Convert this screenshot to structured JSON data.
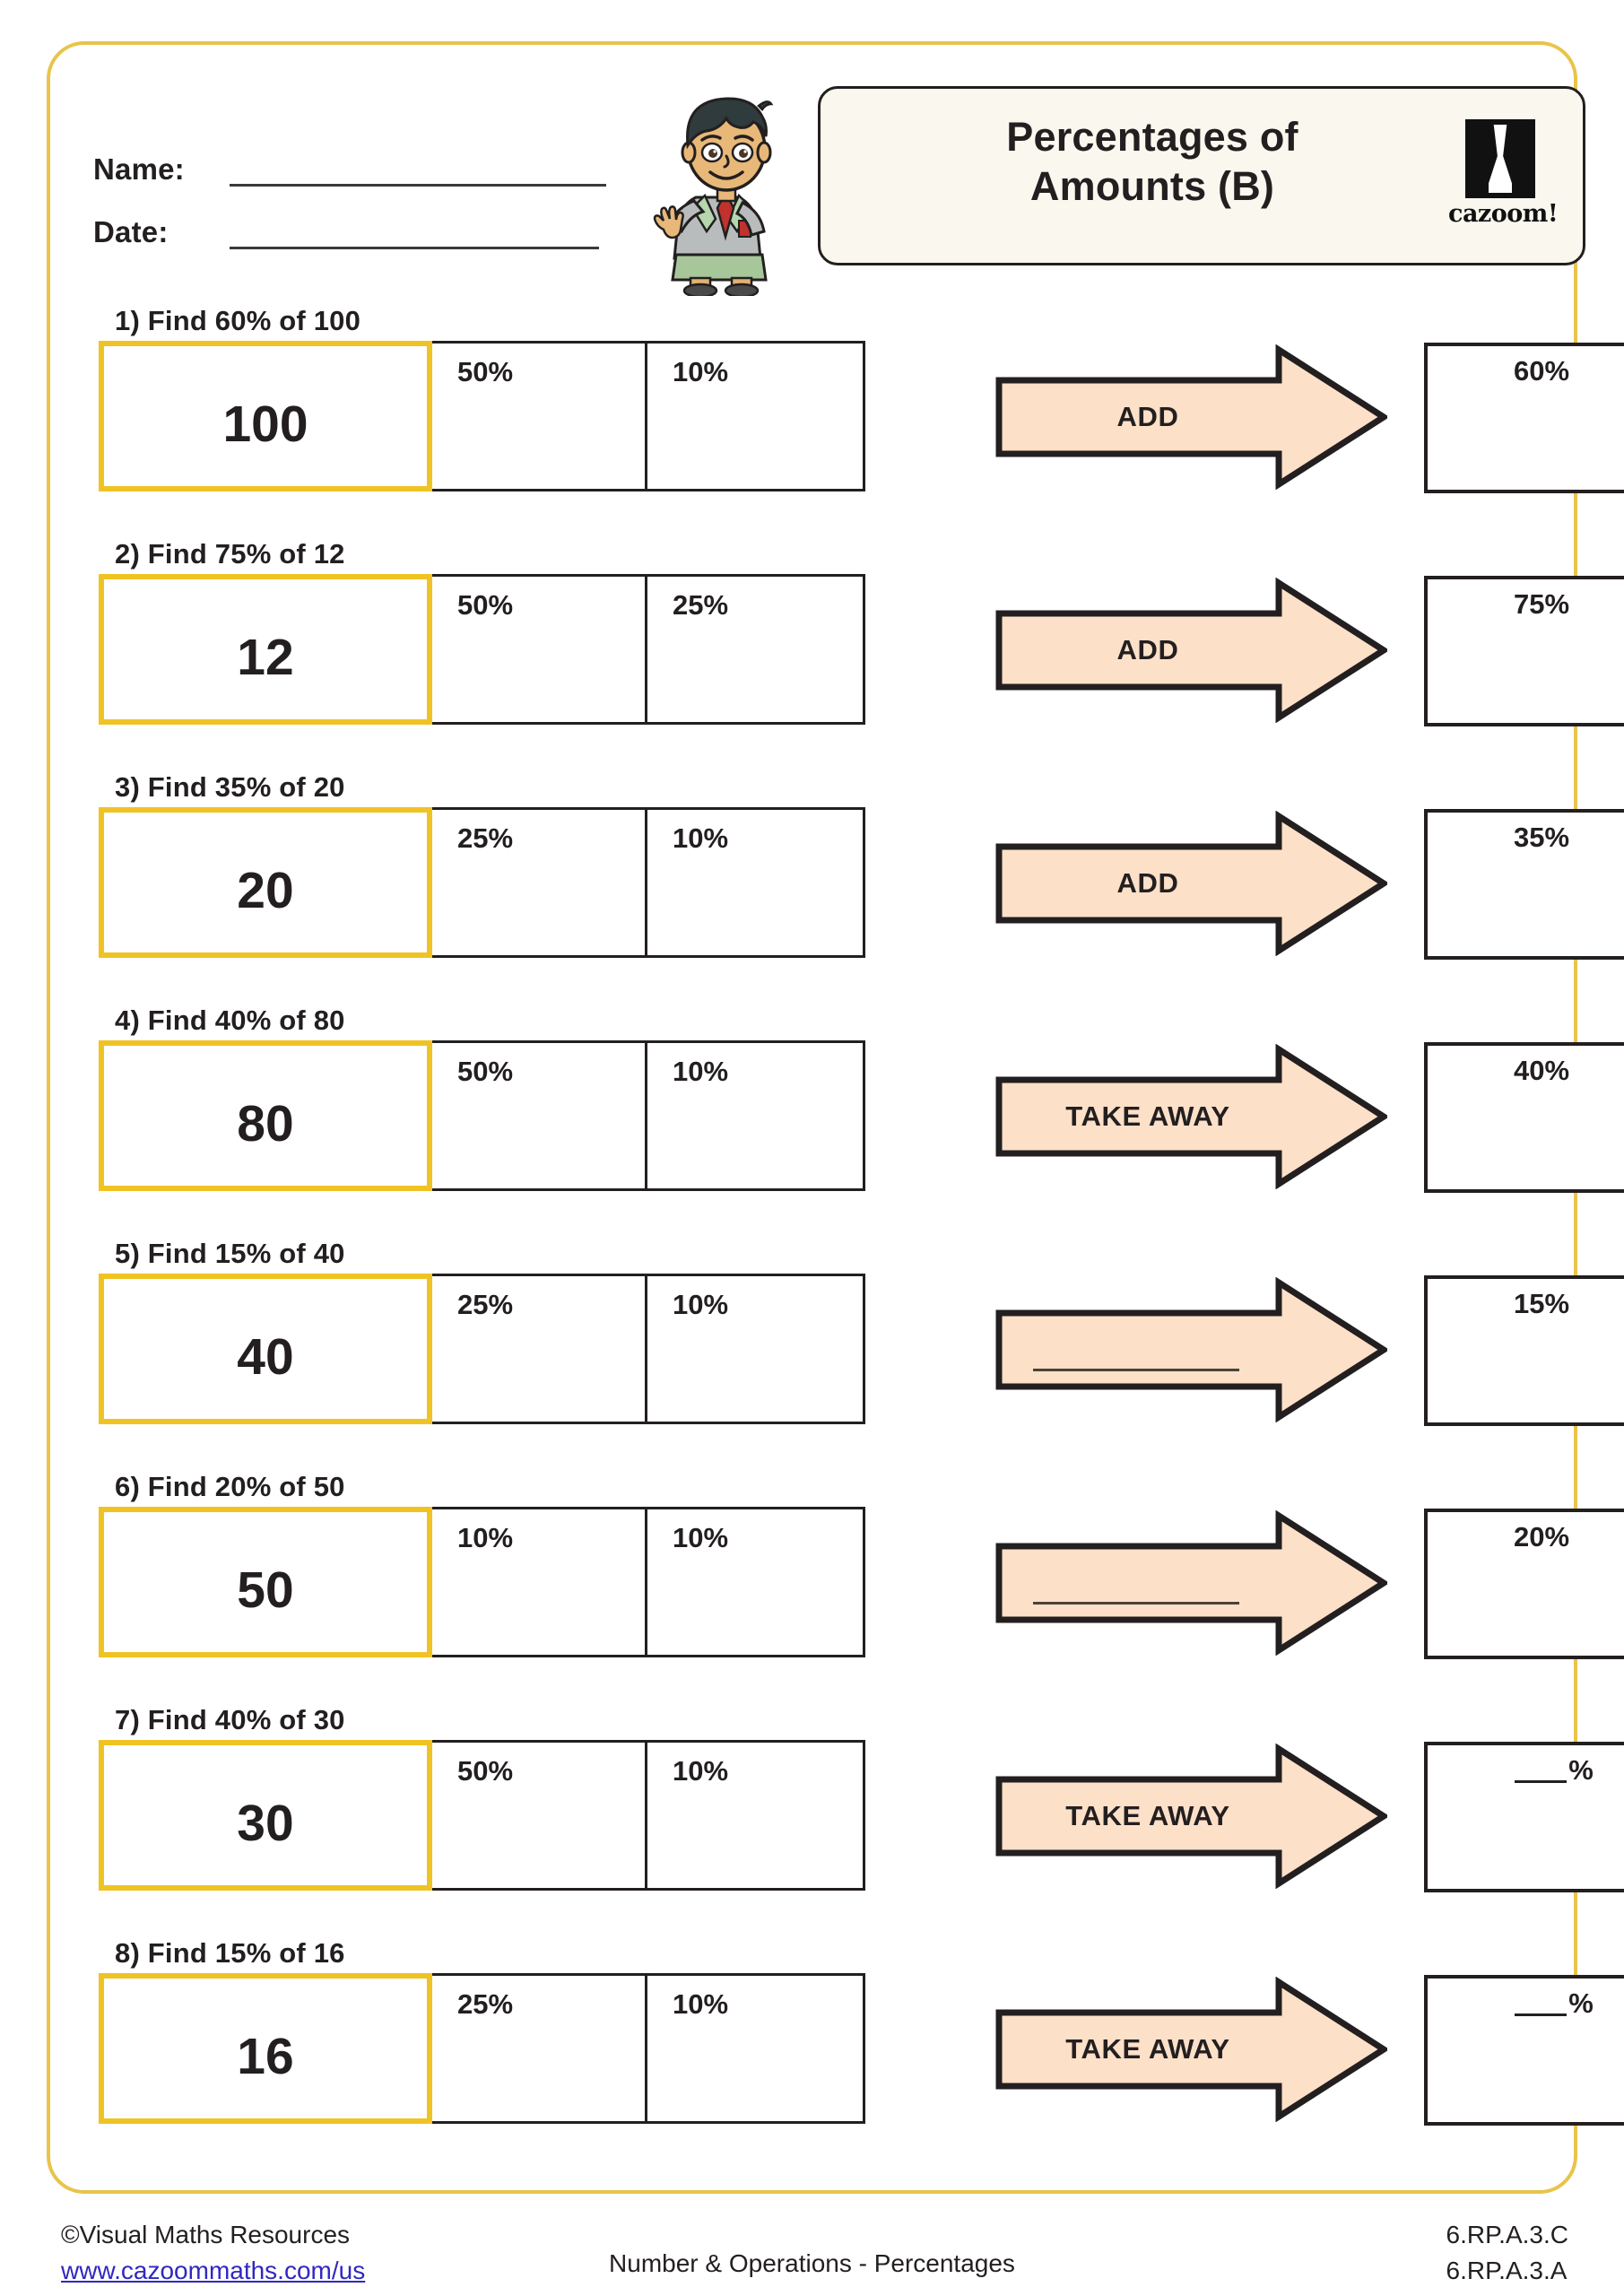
{
  "header": {
    "name_label": "Name:",
    "date_label": "Date:",
    "title_line1": "Percentages of",
    "title_line2": "Amounts (B)",
    "logo_word": "cazoom!"
  },
  "colors": {
    "page_border": "#e8c44a",
    "amount_border": "#f0c324",
    "arrow_fill": "#fde0c8",
    "arrow_stroke": "#231f20",
    "title_card_bg": "#faf7ee",
    "link": "#3028c0"
  },
  "questions": [
    {
      "label": "1) Find 60% of 100",
      "amount": "100",
      "pct1": "50%",
      "pct2": "10%",
      "arrow_label": "ADD",
      "arrow_blank": false,
      "answer": "60%",
      "answer_blank": false
    },
    {
      "label": "2) Find 75% of 12",
      "amount": "12",
      "pct1": "50%",
      "pct2": "25%",
      "arrow_label": "ADD",
      "arrow_blank": false,
      "answer": "75%",
      "answer_blank": false
    },
    {
      "label": "3) Find 35% of 20",
      "amount": "20",
      "pct1": "25%",
      "pct2": "10%",
      "arrow_label": "ADD",
      "arrow_blank": false,
      "answer": "35%",
      "answer_blank": false
    },
    {
      "label": "4) Find 40% of 80",
      "amount": "80",
      "pct1": "50%",
      "pct2": "10%",
      "arrow_label": "TAKE AWAY",
      "arrow_blank": false,
      "answer": "40%",
      "answer_blank": false
    },
    {
      "label": "5) Find 15% of 40",
      "amount": "40",
      "pct1": "25%",
      "pct2": "10%",
      "arrow_label": "",
      "arrow_blank": true,
      "answer": "15%",
      "answer_blank": false
    },
    {
      "label": "6) Find 20% of 50",
      "amount": "50",
      "pct1": "10%",
      "pct2": "10%",
      "arrow_label": "",
      "arrow_blank": true,
      "answer": "20%",
      "answer_blank": false
    },
    {
      "label": "7) Find 40% of 30",
      "amount": "30",
      "pct1": "50%",
      "pct2": "10%",
      "arrow_label": "TAKE AWAY",
      "arrow_blank": false,
      "answer": "%",
      "answer_blank": true
    },
    {
      "label": "8) Find 15% of 16",
      "amount": "16",
      "pct1": "25%",
      "pct2": "10%",
      "arrow_label": "TAKE AWAY",
      "arrow_blank": false,
      "answer": "%",
      "answer_blank": true
    }
  ],
  "footer": {
    "copyright": "©Visual Maths Resources",
    "url": "www.cazoommaths.com/us",
    "topic": "Number & Operations - Percentages",
    "standard1": "6.RP.A.3.C",
    "standard2": "6.RP.A.3.A"
  }
}
